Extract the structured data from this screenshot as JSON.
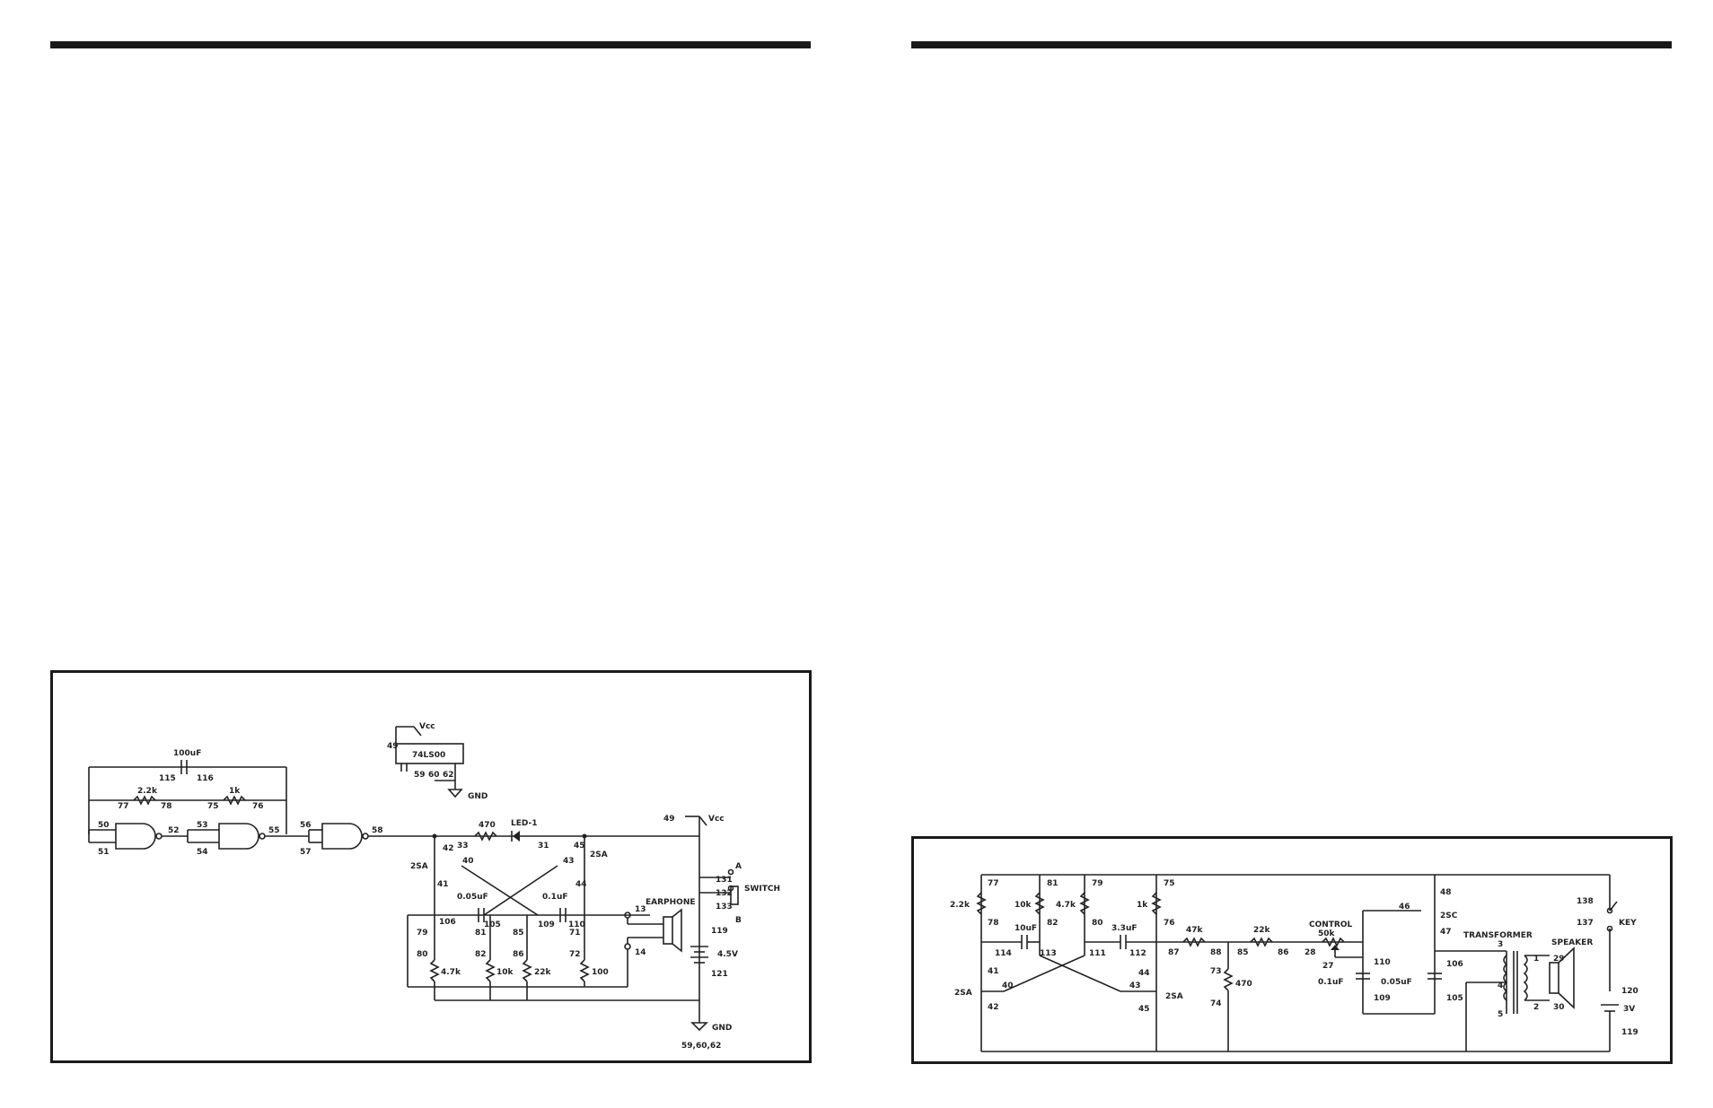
{
  "left_circuit": {
    "vcc_top": "Vcc",
    "pin_49_top": "49",
    "ic": "74LS00",
    "ic_pins": [
      "59",
      "60",
      "62"
    ],
    "gnd_top": "GND",
    "cap_100uf": "100uF",
    "n115": "115",
    "n116": "116",
    "r_22k": "2.2k",
    "n77": "77",
    "n78": "78",
    "r_1k": "1k",
    "n75": "75",
    "n76": "76",
    "n50": "50",
    "n51": "51",
    "n52": "52",
    "n53": "53",
    "n54": "54",
    "n55": "55",
    "n56": "56",
    "n57": "57",
    "n58": "58",
    "r_470": "470",
    "n33": "33",
    "led": "LED-1",
    "n31": "31",
    "n45": "45",
    "t_2sa_right": "2SA",
    "n42": "42",
    "t_2sa_left": "2SA",
    "n40": "40",
    "n43": "43",
    "n41": "41",
    "n44": "44",
    "c_005": "0.05uF",
    "c_01": "0.1uF",
    "n106": "106",
    "n105": "105",
    "n109": "109",
    "n110": "110",
    "n79": "79",
    "r_47k": "4.7k",
    "n80": "80",
    "n81": "81",
    "r_10k": "10k",
    "n82": "82",
    "n85": "85",
    "r_22k_b": "22k",
    "n86": "86",
    "n71": "71",
    "r_100": "100",
    "n72": "72",
    "n13": "13",
    "n14": "14",
    "earphone": "EARPHONE",
    "pin_49_vcc": "49",
    "vcc_right": "Vcc",
    "n131": "131",
    "label_a": "A",
    "n132": "132",
    "switch": "SWITCH",
    "n133": "133",
    "label_b": "B",
    "n119": "119",
    "batt": "4.5V",
    "n121": "121",
    "gnd_bottom": "GND",
    "gnd_pins": "59,60,62"
  },
  "right_circuit": {
    "n77": "77",
    "r_22k": "2.2k",
    "n78": "78",
    "n81": "81",
    "r_10k": "10k",
    "n82": "82",
    "n79": "79",
    "r_47k": "4.7k",
    "n80": "80",
    "n75": "75",
    "r_1k": "1k",
    "n76": "76",
    "c_10uf": "10uF",
    "n114": "114",
    "n113": "113",
    "c_33uf": "3.3uF",
    "n111": "111",
    "n112": "112",
    "n41": "41",
    "n40": "40",
    "t_2sa_left": "2SA",
    "n42": "42",
    "n44": "44",
    "n43": "43",
    "t_2sa_right": "2SA",
    "n45": "45",
    "r_47k_b": "47k",
    "n87": "87",
    "n88": "88",
    "n73": "73",
    "r_470": "470",
    "n74": "74",
    "r_22k_b": "22k",
    "n85": "85",
    "n86": "86",
    "n28": "28",
    "control": "CONTROL",
    "pot_50k": "50k",
    "n27": "27",
    "n110": "110",
    "c_01": "0.1uF",
    "n109": "109",
    "c_005": "0.05uF",
    "n46": "46",
    "n48": "48",
    "t_2sc": "2SC",
    "n47": "47",
    "n106": "106",
    "n105": "105",
    "transformer": "TRANSFORMER",
    "t3": "3",
    "t4": "4",
    "t5": "5",
    "t1": "1",
    "t2": "2",
    "speaker": "SPEAKER",
    "n29": "29",
    "n30": "30",
    "n138": "138",
    "n137": "137",
    "key": "KEY",
    "n120": "120",
    "batt": "3V",
    "n119": "119"
  }
}
